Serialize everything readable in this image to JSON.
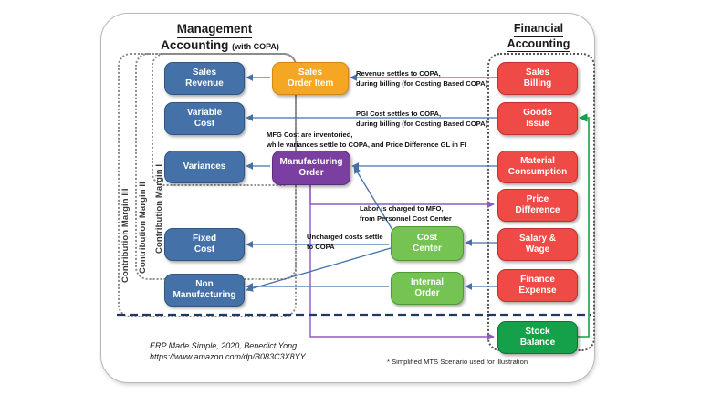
{
  "headers": {
    "management": {
      "line1": "Management",
      "line2": "Accounting",
      "suffix": "(with COPA)"
    },
    "financial": {
      "line1": "Financial",
      "line2": "Accounting"
    }
  },
  "margins": [
    {
      "id": "cm3",
      "label": "Contribution Margin III"
    },
    {
      "id": "cm2",
      "label": "Contribution Margin II"
    },
    {
      "id": "cm1",
      "label": "Contribution Margin I"
    }
  ],
  "nodes": {
    "co": [
      {
        "id": "sales-revenue",
        "line1": "Sales",
        "line2": "Revenue",
        "color": "#4472a8"
      },
      {
        "id": "variable-cost",
        "line1": "Variable",
        "line2": "Cost",
        "color": "#4472a8"
      },
      {
        "id": "variances",
        "line1": "Variances",
        "line2": "",
        "color": "#4472a8"
      },
      {
        "id": "fixed-cost",
        "line1": "Fixed",
        "line2": "Cost",
        "color": "#4472a8"
      },
      {
        "id": "non-manufacturing",
        "line1": "Non",
        "line2": "Manufacturing",
        "color": "#4472a8"
      }
    ],
    "middle": [
      {
        "id": "sales-order-item",
        "line1": "Sales",
        "line2": "Order Item",
        "color": "#f5a623"
      },
      {
        "id": "manufacturing-order",
        "line1": "Manufacturing",
        "line2": "Order",
        "color": "#7a3fa0"
      },
      {
        "id": "cost-center",
        "line1": "Cost",
        "line2": "Center",
        "color": "#74c353"
      },
      {
        "id": "internal-order",
        "line1": "Internal",
        "line2": "Order",
        "color": "#74c353"
      }
    ],
    "fi": [
      {
        "id": "sales-billing",
        "line1": "Sales",
        "line2": "Billing",
        "color": "#f04a46"
      },
      {
        "id": "goods-issue",
        "line1": "Goods",
        "line2": "Issue",
        "color": "#f04a46"
      },
      {
        "id": "material-consumption",
        "line1": "Material",
        "line2": "Consumption",
        "color": "#f04a46"
      },
      {
        "id": "price-difference",
        "line1": "Price",
        "line2": "Difference",
        "color": "#f04a46"
      },
      {
        "id": "salary-wage",
        "line1": "Salary &",
        "line2": "Wage",
        "color": "#f04a46"
      },
      {
        "id": "finance-expense",
        "line1": "Finance",
        "line2": "Expense",
        "color": "#f04a46"
      },
      {
        "id": "stock-balance",
        "line1": "Stock",
        "line2": "Balance",
        "color": "#15a04a"
      }
    ]
  },
  "annotations": {
    "revenue": {
      "line1": "Revenue settles to COPA,",
      "line2": "during billing (for Costing Based COPA)"
    },
    "pgi": {
      "line1": "PGI Cost settles to COPA,",
      "line2": "during billing (for Costing Based COPA)"
    },
    "mfg": {
      "line1": "MFG Cost are inventoried,",
      "line2": "while variances settle to COPA, and Price Difference GL in FI"
    },
    "labor": {
      "line1": "Labor is charged to MFO,",
      "line2": "from Personnel Cost Center"
    },
    "uncharged": {
      "line1": "Uncharged costs settle",
      "line2": "to COPA"
    }
  },
  "footer": {
    "credit": "ERP Made Simple, 2020, Benedict Yong",
    "url": "https://www.amazon.com/dp/B083C3X8YY",
    "note": "* Simplified MTS Scenario used for illustration"
  },
  "colors": {
    "blue_arrow": "#4472a8",
    "purple_arrow": "#8d5bbd",
    "green_arrow": "#15a04a",
    "divider": "#1f3864"
  }
}
